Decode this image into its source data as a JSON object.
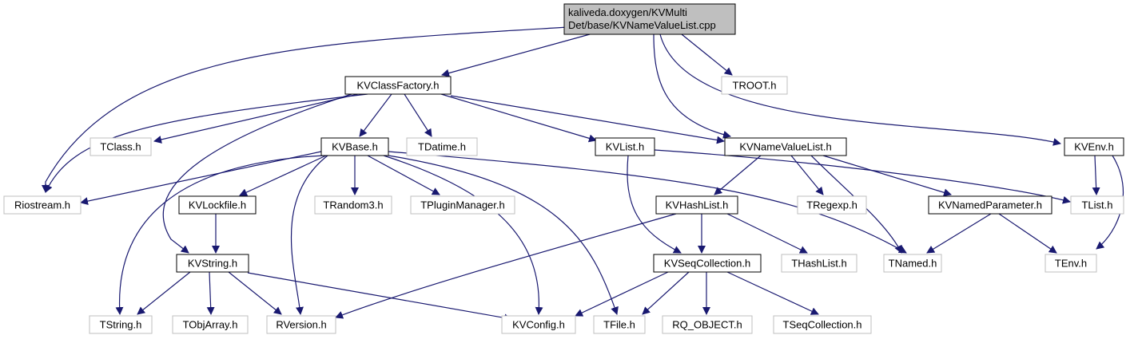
{
  "root": {
    "lines": [
      "kaliveda.doxygen/KVMulti",
      "Det/base/KVNameValueList.cpp"
    ]
  },
  "nodes": {
    "kvclassfactory": "KVClassFactory.h",
    "troot": "TROOT.h",
    "tclass": "TClass.h",
    "kvbase": "KVBase.h",
    "tdatime": "TDatime.h",
    "kvlist": "KVList.h",
    "kvnamevaluelist": "KVNameValueList.h",
    "kvenv": "KVEnv.h",
    "riostream": "Riostream.h",
    "kvlockfile": "KVLockfile.h",
    "trandom3": "TRandom3.h",
    "tpluginmanager": "TPluginManager.h",
    "kvhashlist": "KVHashList.h",
    "tregexp": "TRegexp.h",
    "kvnamedparameter": "KVNamedParameter.h",
    "tlist": "TList.h",
    "kvstring": "KVString.h",
    "kvseqcollection": "KVSeqCollection.h",
    "thashlist": "THashList.h",
    "tnamed": "TNamed.h",
    "tenv": "TEnv.h",
    "tstring": "TString.h",
    "tobjarray": "TObjArray.h",
    "rversion": "RVersion.h",
    "kvconfig": "KVConfig.h",
    "tfile": "TFile.h",
    "rq_object": "RQ_OBJECT.h",
    "tseqcollection": "TSeqCollection.h"
  },
  "colors": {
    "edge": "#191970",
    "documented_border": "#000000",
    "undocumented_border": "#bfbfbf",
    "root_fill": "#bfbfbf",
    "node_fill": "#ffffff"
  }
}
